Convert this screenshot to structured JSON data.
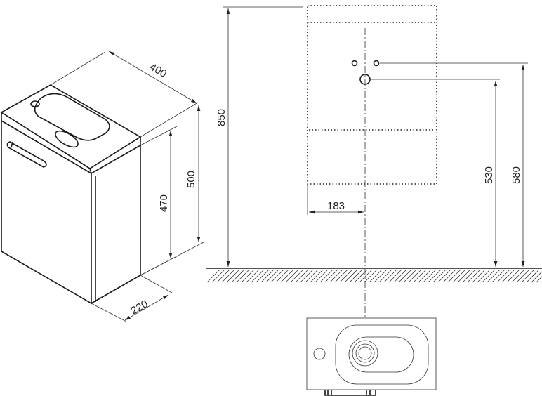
{
  "dimensions": {
    "width": "400",
    "height_total": "500",
    "height_cabinet": "470",
    "depth": "220",
    "mount_height": "850",
    "drain_offset": "183",
    "drain_height": "530",
    "water_height": "580"
  }
}
